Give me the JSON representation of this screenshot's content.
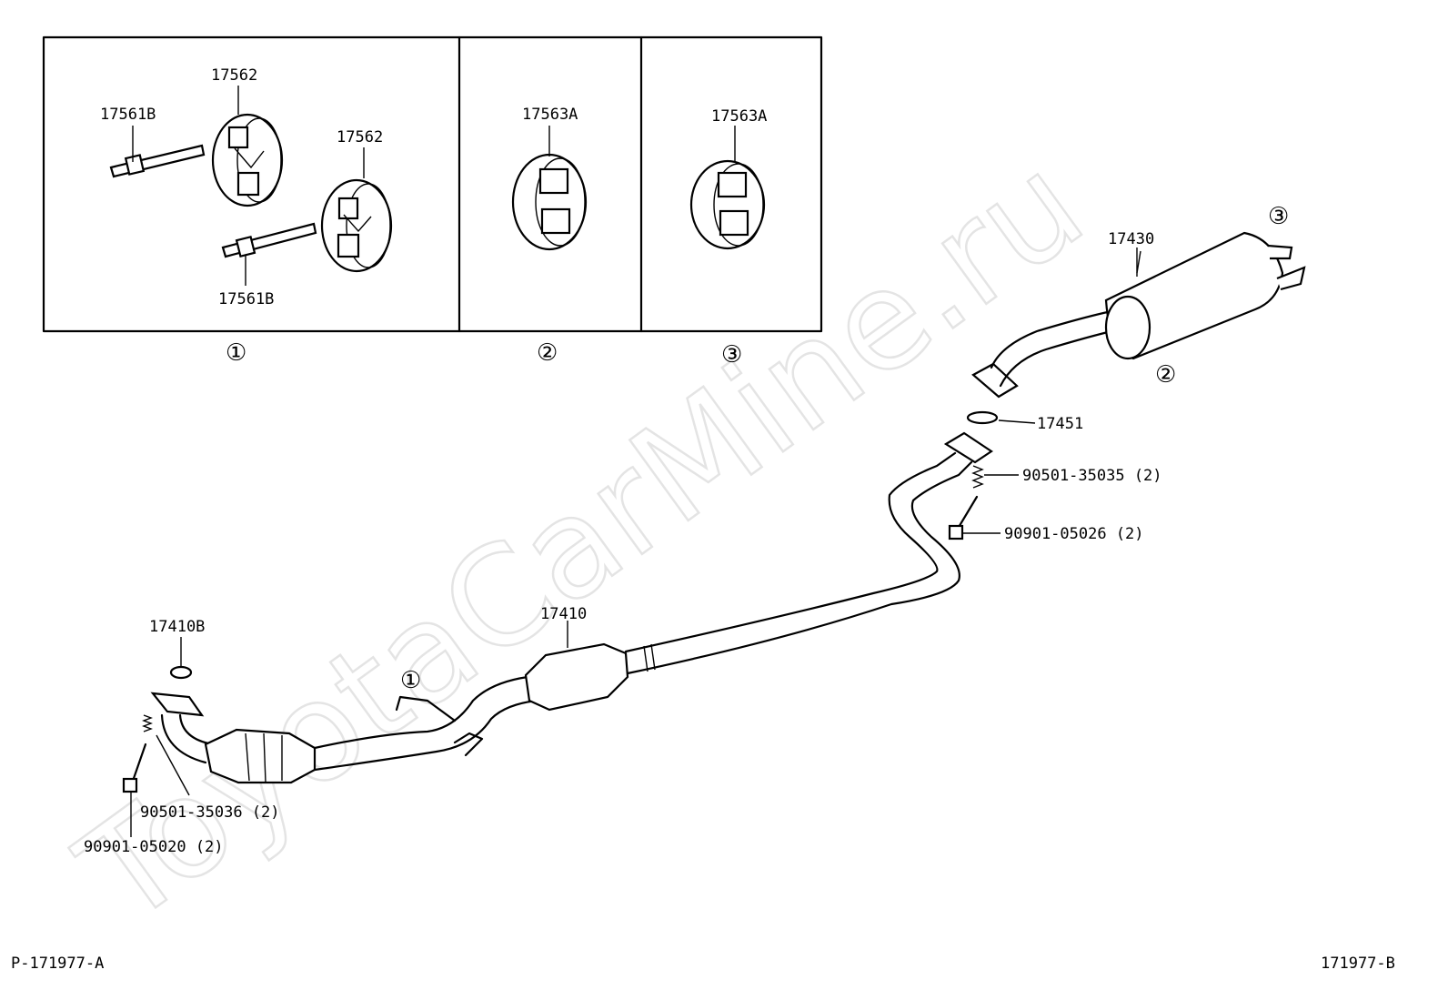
{
  "watermark": "ToyotaCarMine.ru",
  "inset_panels": [
    {
      "marker": "①",
      "labels": [
        "17562",
        "17561B",
        "17562",
        "17561B"
      ]
    },
    {
      "marker": "②",
      "labels": [
        "17563A"
      ]
    },
    {
      "marker": "③",
      "labels": [
        "17563A"
      ]
    }
  ],
  "main_markers": [
    "①",
    "②",
    "③"
  ],
  "parts": {
    "p17410B": "17410B",
    "p17410": "17410",
    "p17430": "17430",
    "p17451": "17451",
    "p90501_35035": "90501-35035 (2)",
    "p90901_05026": "90901-05026 (2)",
    "p90501_35036": "90501-35036 (2)",
    "p90901_05020": "90901-05020 (2)"
  },
  "footer": {
    "left_code": "P-171977-A",
    "right_code": "171977-B"
  }
}
